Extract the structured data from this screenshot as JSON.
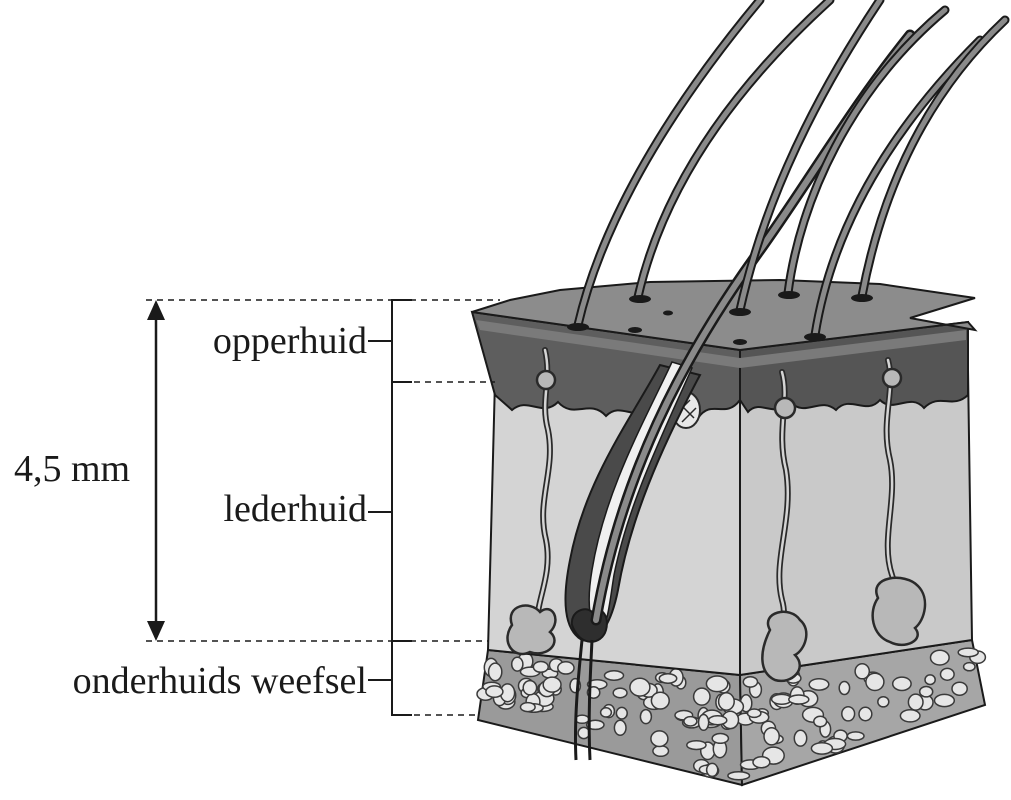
{
  "labels": {
    "epidermis": "opperhuid",
    "dermis": "lederhuid",
    "hypodermis": "onderhuids weefsel",
    "thickness": "4,5 mm"
  },
  "colors": {
    "ink": "#1a1a1a",
    "epidermis_top": "#8c8c8c",
    "epidermis_side": "#5e5e5e",
    "dermis": "#d4d4d4",
    "dermis_dark": "#bdbdbd",
    "hypodermis": "#9a9a9a",
    "follicle": "#4a4a4a"
  }
}
